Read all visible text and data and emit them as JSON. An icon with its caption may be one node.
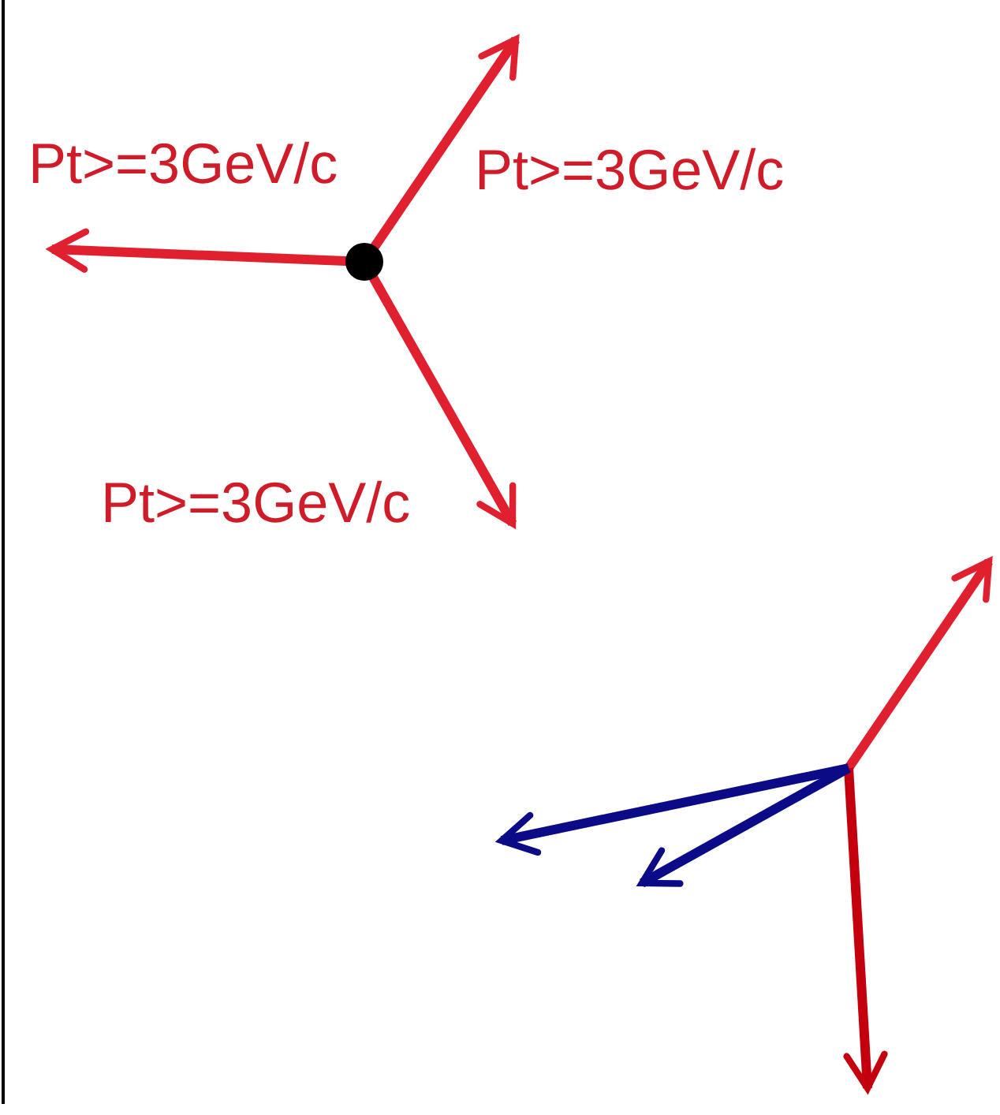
{
  "diagram": {
    "labels": [
      "Pt>=3GeV/c",
      "Pt>=3GeV/c",
      "Pt>=3GeV/c"
    ]
  }
}
